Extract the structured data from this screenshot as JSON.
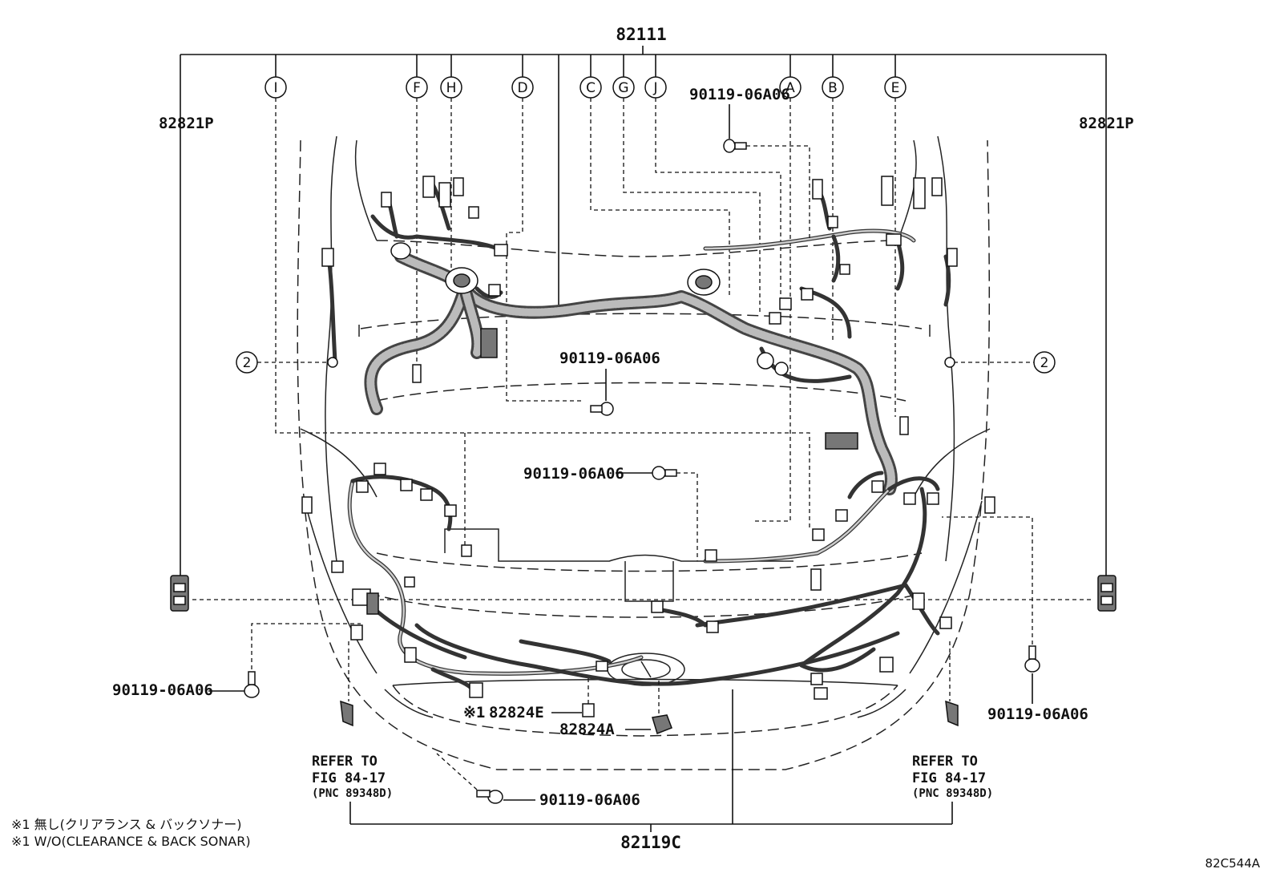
{
  "part_numbers": {
    "top": "82111",
    "side_left": "82821P",
    "side_right": "82821P",
    "bolt_top": "90119-06A06",
    "bolt_mid": "90119-06A06",
    "bolt_center": "90119-06A06",
    "bolt_left": "90119-06A06",
    "bolt_right": "90119-06A06",
    "bolt_bottom": "90119-06A06",
    "clip_e": "82824E",
    "clip_a": "82824A",
    "bottom": "82119C"
  },
  "callouts": [
    "I",
    "F",
    "H",
    "D",
    "C",
    "G",
    "J",
    "A",
    "B",
    "E"
  ],
  "ref_marks": {
    "left": "2",
    "right": "2"
  },
  "clip_e_mark": "※1",
  "refer_left": {
    "line1": "REFER TO",
    "line2": "FIG 84-17",
    "line3": "(PNC 89348D)"
  },
  "refer_right": {
    "line1": "REFER TO",
    "line2": "FIG 84-17",
    "line3": "(PNC 89348D)"
  },
  "notes": {
    "jp": "※1 無し(クリアランス & バックソナー)",
    "en": "※1 W/O(CLEARANCE & BACK SONAR)"
  },
  "figure_code": "82C544A"
}
